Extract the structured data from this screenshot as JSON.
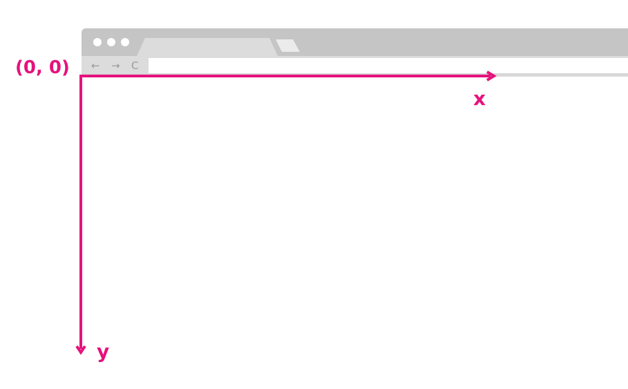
{
  "browser": {
    "nav": {
      "back_icon": "←",
      "forward_icon": "→",
      "reload_icon": "C"
    }
  },
  "diagram": {
    "origin_label": "(0, 0)",
    "x_axis_label": "x",
    "y_axis_label": "y",
    "accent_color": "#e5127d"
  }
}
